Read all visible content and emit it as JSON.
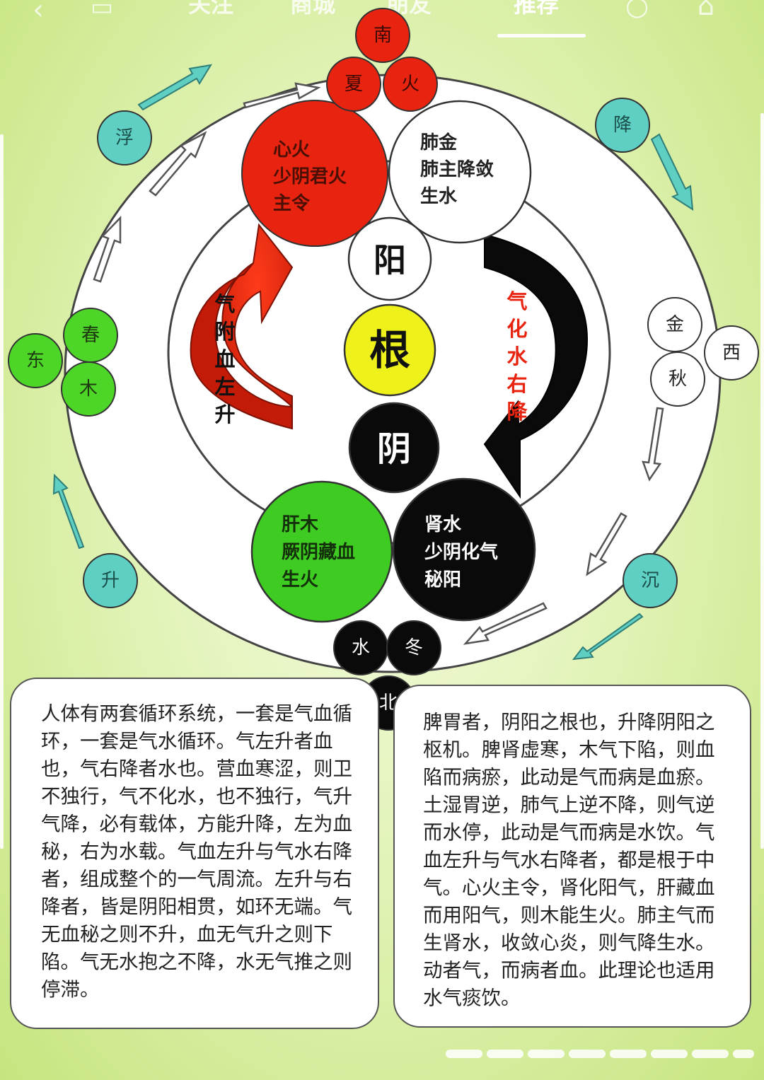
{
  "app": {
    "tabs": [
      "关注",
      "商城",
      "朋友",
      "推荐"
    ],
    "active_tab": "推荐"
  },
  "colors": {
    "fire_red": "#e8230f",
    "wood_green": "#3fcc22",
    "water_black": "#111111",
    "root_yellow": "#eef21a",
    "season_teal": "#5fcfc4",
    "season_green": "#4dd627",
    "arrow_red": "#d8210c"
  },
  "top": {
    "south": "南",
    "summer": "夏",
    "fire": "火"
  },
  "bottom": {
    "water": "水",
    "winter": "冬",
    "north": "北"
  },
  "left": {
    "east": "东",
    "spring": "春",
    "wood": "木"
  },
  "right": {
    "metal": "金",
    "autumn": "秋",
    "west": "西"
  },
  "motion": {
    "float": "浮",
    "descend": "降",
    "rise": "升",
    "sink": "沉"
  },
  "organs": {
    "heart": [
      "心火",
      "少阴君火",
      "主令"
    ],
    "lung": [
      "肺金",
      "肺主降敛",
      "生水"
    ],
    "liver": [
      "肝木",
      "厥阴藏血",
      "生火"
    ],
    "kidney": [
      "肾水",
      "少阴化气",
      "秘阳"
    ]
  },
  "center": {
    "yang": "阳",
    "root": "根",
    "yin": "阴"
  },
  "arrows": {
    "left": [
      "气",
      "附",
      "血",
      "左",
      "升"
    ],
    "right": [
      "气",
      "化",
      "水",
      "右",
      "降"
    ]
  },
  "texts": {
    "left_panel": "人体有两套循环系统，一套是气血循环，一套是气水循环。气左升者血也，气右降者水也。营血寒涩，则卫不独行，气不化水，也不独行，气升气降，必有载体，方能升降，左为血秘，右为水载。气血左升与气水右降者，组成整个的一气周流。左升与右降者，皆是阴阳相贯，如环无端。气无血秘之则不升，血无气升之则下陷。气无水抱之不降，水无气推之则停滞。",
    "right_panel": "脾胃者，阴阳之根也，升降阴阳之枢机。脾肾虚寒，木气下陷，则血陷而病瘀，此动是气而病是血瘀。土湿胃逆，肺气上逆不降，则气逆而水停，此动是气而病是水饮。气血左升与气水右降者，都是根于中气。心火主令，肾化阳气，肝藏血而用阳气，则木能生火。肺主气而生肾水，收敛心炎，则气降生水。动者气，而病者血。此理论也适用水气痰饮。"
  }
}
